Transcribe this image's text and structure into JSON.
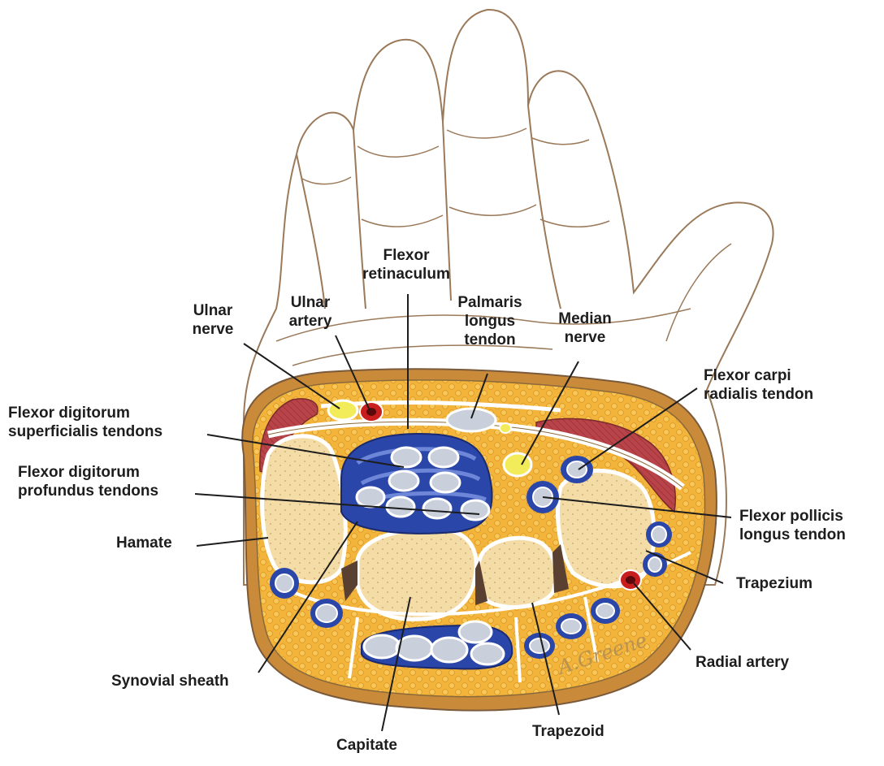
{
  "diagram": {
    "labels": {
      "ulnar_nerve": "Ulnar\nnerve",
      "ulnar_artery": "Ulnar\nartery",
      "flexor_retinaculum": "Flexor\nretinaculum",
      "palmaris_longus_tendon": "Palmaris\nlongus\ntendon",
      "median_nerve": "Median\nnerve",
      "flexor_carpi_radialis_tendon": "Flexor carpi\nradialis tendon",
      "fds_tendons": "Flexor digitorum\nsuperficialis tendons",
      "fdp_tendons": "Flexor digitorum\nprofundus tendons",
      "hamate": "Hamate",
      "flexor_pollicis_longus_tendon": "Flexor pollicis\nlongus tendon",
      "trapezium": "Trapezium",
      "radial_artery": "Radial artery",
      "synovial_sheath": "Synovial sheath",
      "trapezoid": "Trapezoid",
      "capitate": "Capitate"
    },
    "signature": "A.Greene",
    "colors": {
      "fat": "#f2b43a",
      "fat_dots": "#e39a22",
      "bone": "#f4dca6",
      "bone_speckle": "#c9a06a",
      "sheath_blue": "#2a46a8",
      "tendon": "#c9cfdb",
      "nerve": "#f3ec5a",
      "artery": "#c81e1e",
      "muscle": "#b8444a",
      "outline": "#7a5a3a"
    }
  }
}
